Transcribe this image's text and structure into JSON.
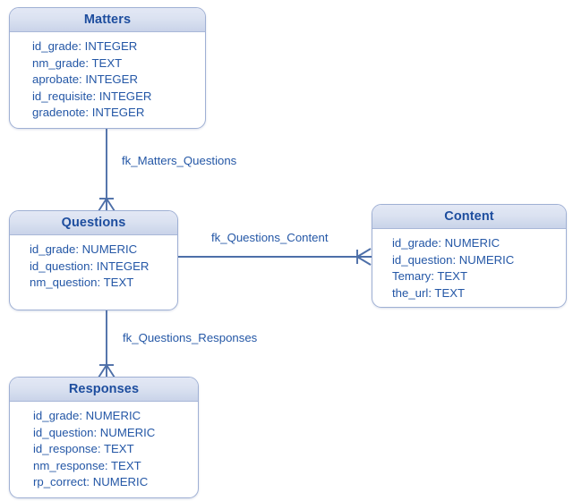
{
  "diagram": {
    "type": "entity-relationship-diagram",
    "colors": {
      "header_gradient_top": "#e3e8f5",
      "header_gradient_bottom": "#c9d3e9",
      "header_text": "#1d4d9e",
      "attribute_text": "#2457a6",
      "box_border": "#9fb0d4",
      "connector": "#4d6fa8",
      "background": "#ffffff"
    },
    "entities": [
      {
        "id": "matters",
        "name": "Matters",
        "attributes": [
          "id_grade: INTEGER",
          "nm_grade: TEXT",
          "aprobate: INTEGER",
          "id_requisite: INTEGER",
          "gradenote: INTEGER"
        ]
      },
      {
        "id": "questions",
        "name": "Questions",
        "attributes": [
          "id_grade: NUMERIC",
          "id_question: INTEGER",
          "nm_question: TEXT"
        ]
      },
      {
        "id": "content",
        "name": "Content",
        "attributes": [
          "id_grade: NUMERIC",
          "id_question: NUMERIC",
          "Temary: TEXT",
          "the_url: TEXT"
        ]
      },
      {
        "id": "responses",
        "name": "Responses",
        "attributes": [
          "id_grade: NUMERIC",
          "id_question: NUMERIC",
          "id_response: TEXT",
          "nm_response: TEXT",
          "rp_correct: NUMERIC"
        ]
      }
    ],
    "relationships": [
      {
        "id": "matters-questions",
        "label": "fk_Matters_Questions",
        "from": "Matters",
        "to": "Questions",
        "notation": "one-to-many",
        "crows_foot_at": "Questions"
      },
      {
        "id": "questions-content",
        "label": "fk_Questions_Content",
        "from": "Questions",
        "to": "Content",
        "notation": "one-to-many",
        "crows_foot_at": "Content"
      },
      {
        "id": "questions-responses",
        "label": "fk_Questions_Responses",
        "from": "Questions",
        "to": "Responses",
        "notation": "one-to-many",
        "crows_foot_at": "Responses"
      }
    ]
  }
}
